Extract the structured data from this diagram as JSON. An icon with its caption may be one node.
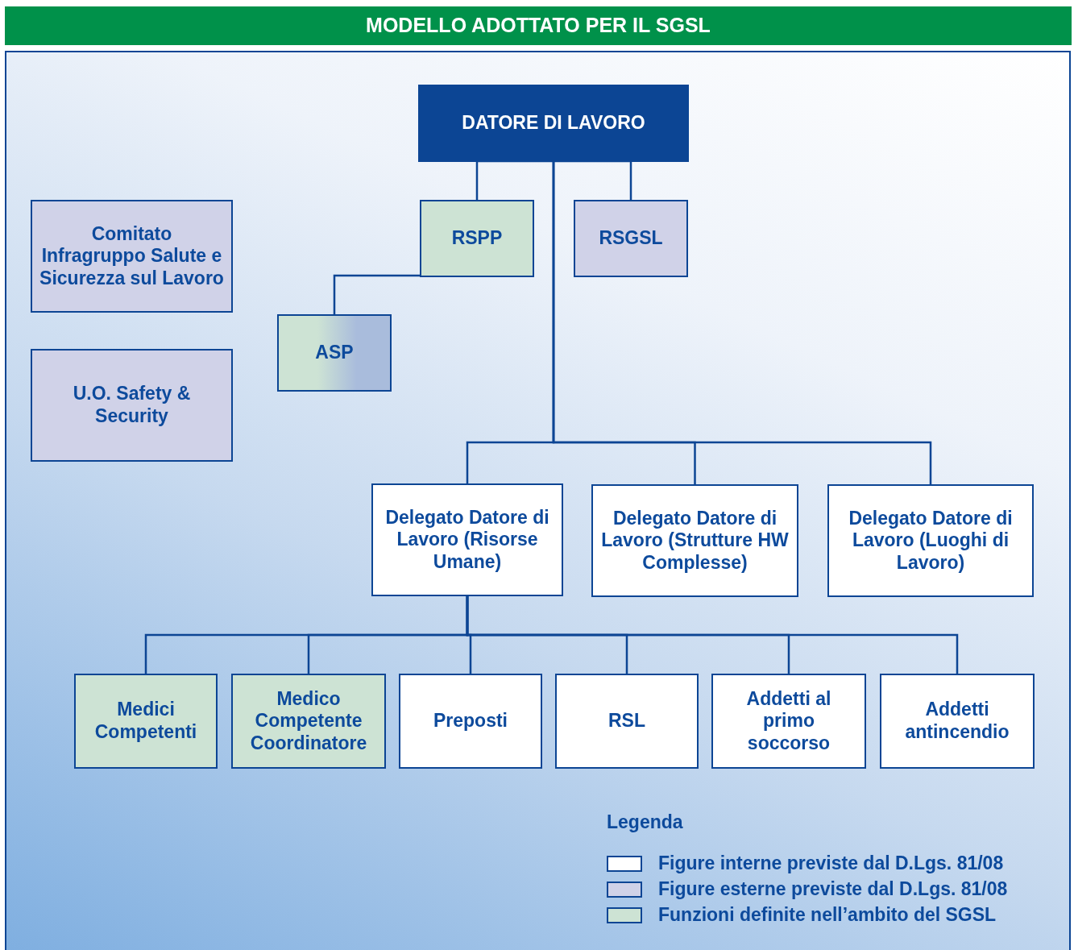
{
  "diagram": {
    "title": "MODELLO ADOTTATO PER IL SGSL",
    "nodes": [
      {
        "text": [
          "DATORE DI LAVORO"
        ]
      },
      {
        "text": [
          "Comitato Infragruppo Salute e Sicurezza sul Lavoro"
        ]
      },
      {
        "text": [
          "RSPP"
        ]
      },
      {
        "text": [
          "RSGSL"
        ]
      },
      {
        "text": [
          "ASP"
        ]
      },
      {
        "text": [
          "U.O. Safety & Security"
        ]
      },
      {
        "text": [
          "Delegato Datore di Lavoro (Risorse Umane)"
        ]
      },
      {
        "text": [
          "Delegato Datore di Lavoro (Strutture HW Complesse)"
        ]
      },
      {
        "text": [
          "Delegato Datore di Lavoro (Luoghi di Lavoro)"
        ]
      },
      {
        "text": [
          "Medici Competenti"
        ]
      },
      {
        "text": [
          "Medico Competente Coordinatore"
        ]
      },
      {
        "text": [
          "Preposti"
        ]
      },
      {
        "text": [
          "RSL"
        ]
      },
      {
        "text": [
          "Addetti al primo soccorso"
        ]
      },
      {
        "text": [
          "Addetti antincendio"
        ]
      }
    ],
    "edges": [
      {
        "from": 0,
        "to": 2,
        "arrow": "none"
      },
      {
        "from": 0,
        "to": 3,
        "arrow": "none"
      },
      {
        "from": 2,
        "to": 4,
        "arrow": "none"
      },
      {
        "from": 0,
        "to": 6,
        "arrow": "none"
      },
      {
        "from": 0,
        "to": 7,
        "arrow": "none"
      },
      {
        "from": 0,
        "to": 8,
        "arrow": "none"
      },
      {
        "from": 6,
        "to": 9,
        "arrow": "none"
      },
      {
        "from": 6,
        "to": 10,
        "arrow": "none"
      },
      {
        "from": 6,
        "to": 11,
        "arrow": "none"
      },
      {
        "from": 6,
        "to": 12,
        "arrow": "none"
      },
      {
        "from": 6,
        "to": 13,
        "arrow": "none"
      },
      {
        "from": 6,
        "to": 14,
        "arrow": "none"
      }
    ],
    "labels": [
      "Legenda"
    ],
    "legend": [
      {
        "text": "Figure interne previste dal D.Lgs. 81/08",
        "color": "#ffffff"
      },
      {
        "text": "Figure esterne previste dal D.Lgs. 81/08",
        "color": "#d0d2e8"
      },
      {
        "text": "Funzioni definite nell’ambito del SGSL",
        "color": "#cde3d4"
      }
    ]
  }
}
